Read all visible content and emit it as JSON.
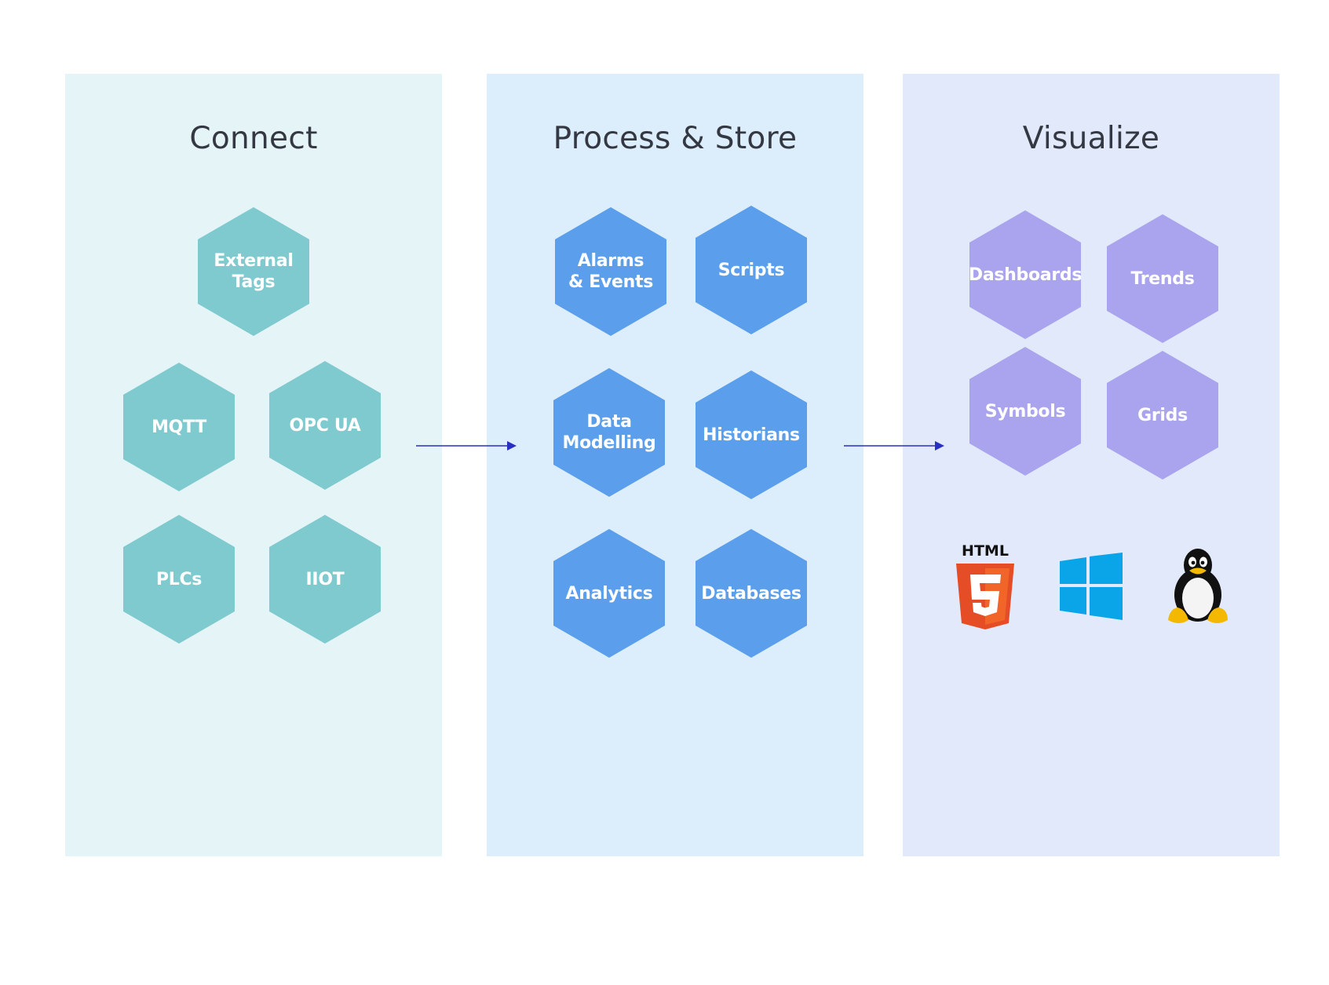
{
  "panels": {
    "connect": {
      "title": "Connect",
      "color": "#e5f4f7",
      "nodes": [
        "External\nTags",
        "MQTT",
        "OPC UA",
        "PLCs",
        "IIOT"
      ]
    },
    "process": {
      "title": "Process & Store",
      "color": "#dcedfb",
      "nodes": [
        "Alarms\n& Events",
        "Scripts",
        "Data\nModelling",
        "Historians",
        "Analytics",
        "Databases"
      ]
    },
    "visualize": {
      "title": "Visualize",
      "color": "#e1e9fa",
      "nodes": [
        "Dashboards",
        "Trends",
        "Symbols",
        "Grids"
      ],
      "platforms": {
        "html5_label": "HTML",
        "html5_digit": "5",
        "icons": [
          "html5-icon",
          "windows-icon",
          "linux-tux-icon"
        ]
      }
    }
  },
  "colors": {
    "teal": "#7ecace",
    "blue": "#5a9eec",
    "purple": "#aaa4ee",
    "arrow": "#2a2fc4",
    "title": "#333842"
  }
}
